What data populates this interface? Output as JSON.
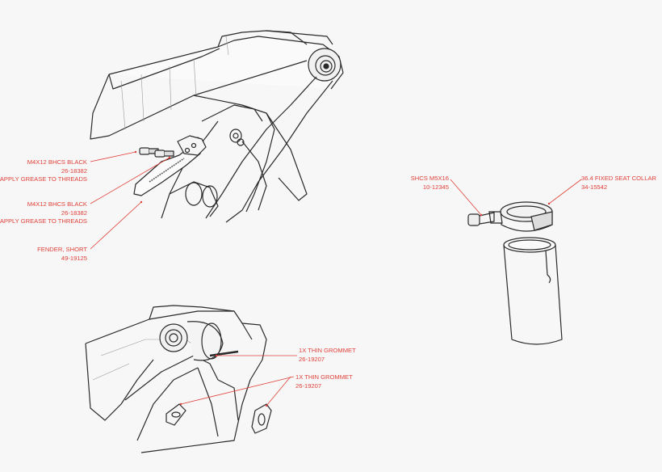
{
  "callouts": {
    "bolt_top": {
      "name": "M4X12 BHCS BLACK",
      "part": "26-18382",
      "note": "APPLY GREASE TO THREADS"
    },
    "bolt_mid": {
      "name": "M4X12 BHCS BLACK",
      "part": "26-18382",
      "note": "APPLY GREASE TO THREADS"
    },
    "fender": {
      "name": "FENDER, SHORT",
      "part": "49-19125"
    },
    "shcs": {
      "name": "SHCS M5X16",
      "part": "10-12345"
    },
    "collar": {
      "name": "36.4 FIXED SEAT COLLAR",
      "part": "34-15542"
    },
    "grommet1": {
      "name": "1X THIN GROMMET",
      "part": "26-19207"
    },
    "grommet2": {
      "name": "1X THIN GROMMET",
      "part": "26-19207"
    }
  },
  "colors": {
    "callout": "#e0413a",
    "line": "#2a2a2a",
    "thin": "#9a9a9a",
    "background": "#f7f7f7"
  }
}
